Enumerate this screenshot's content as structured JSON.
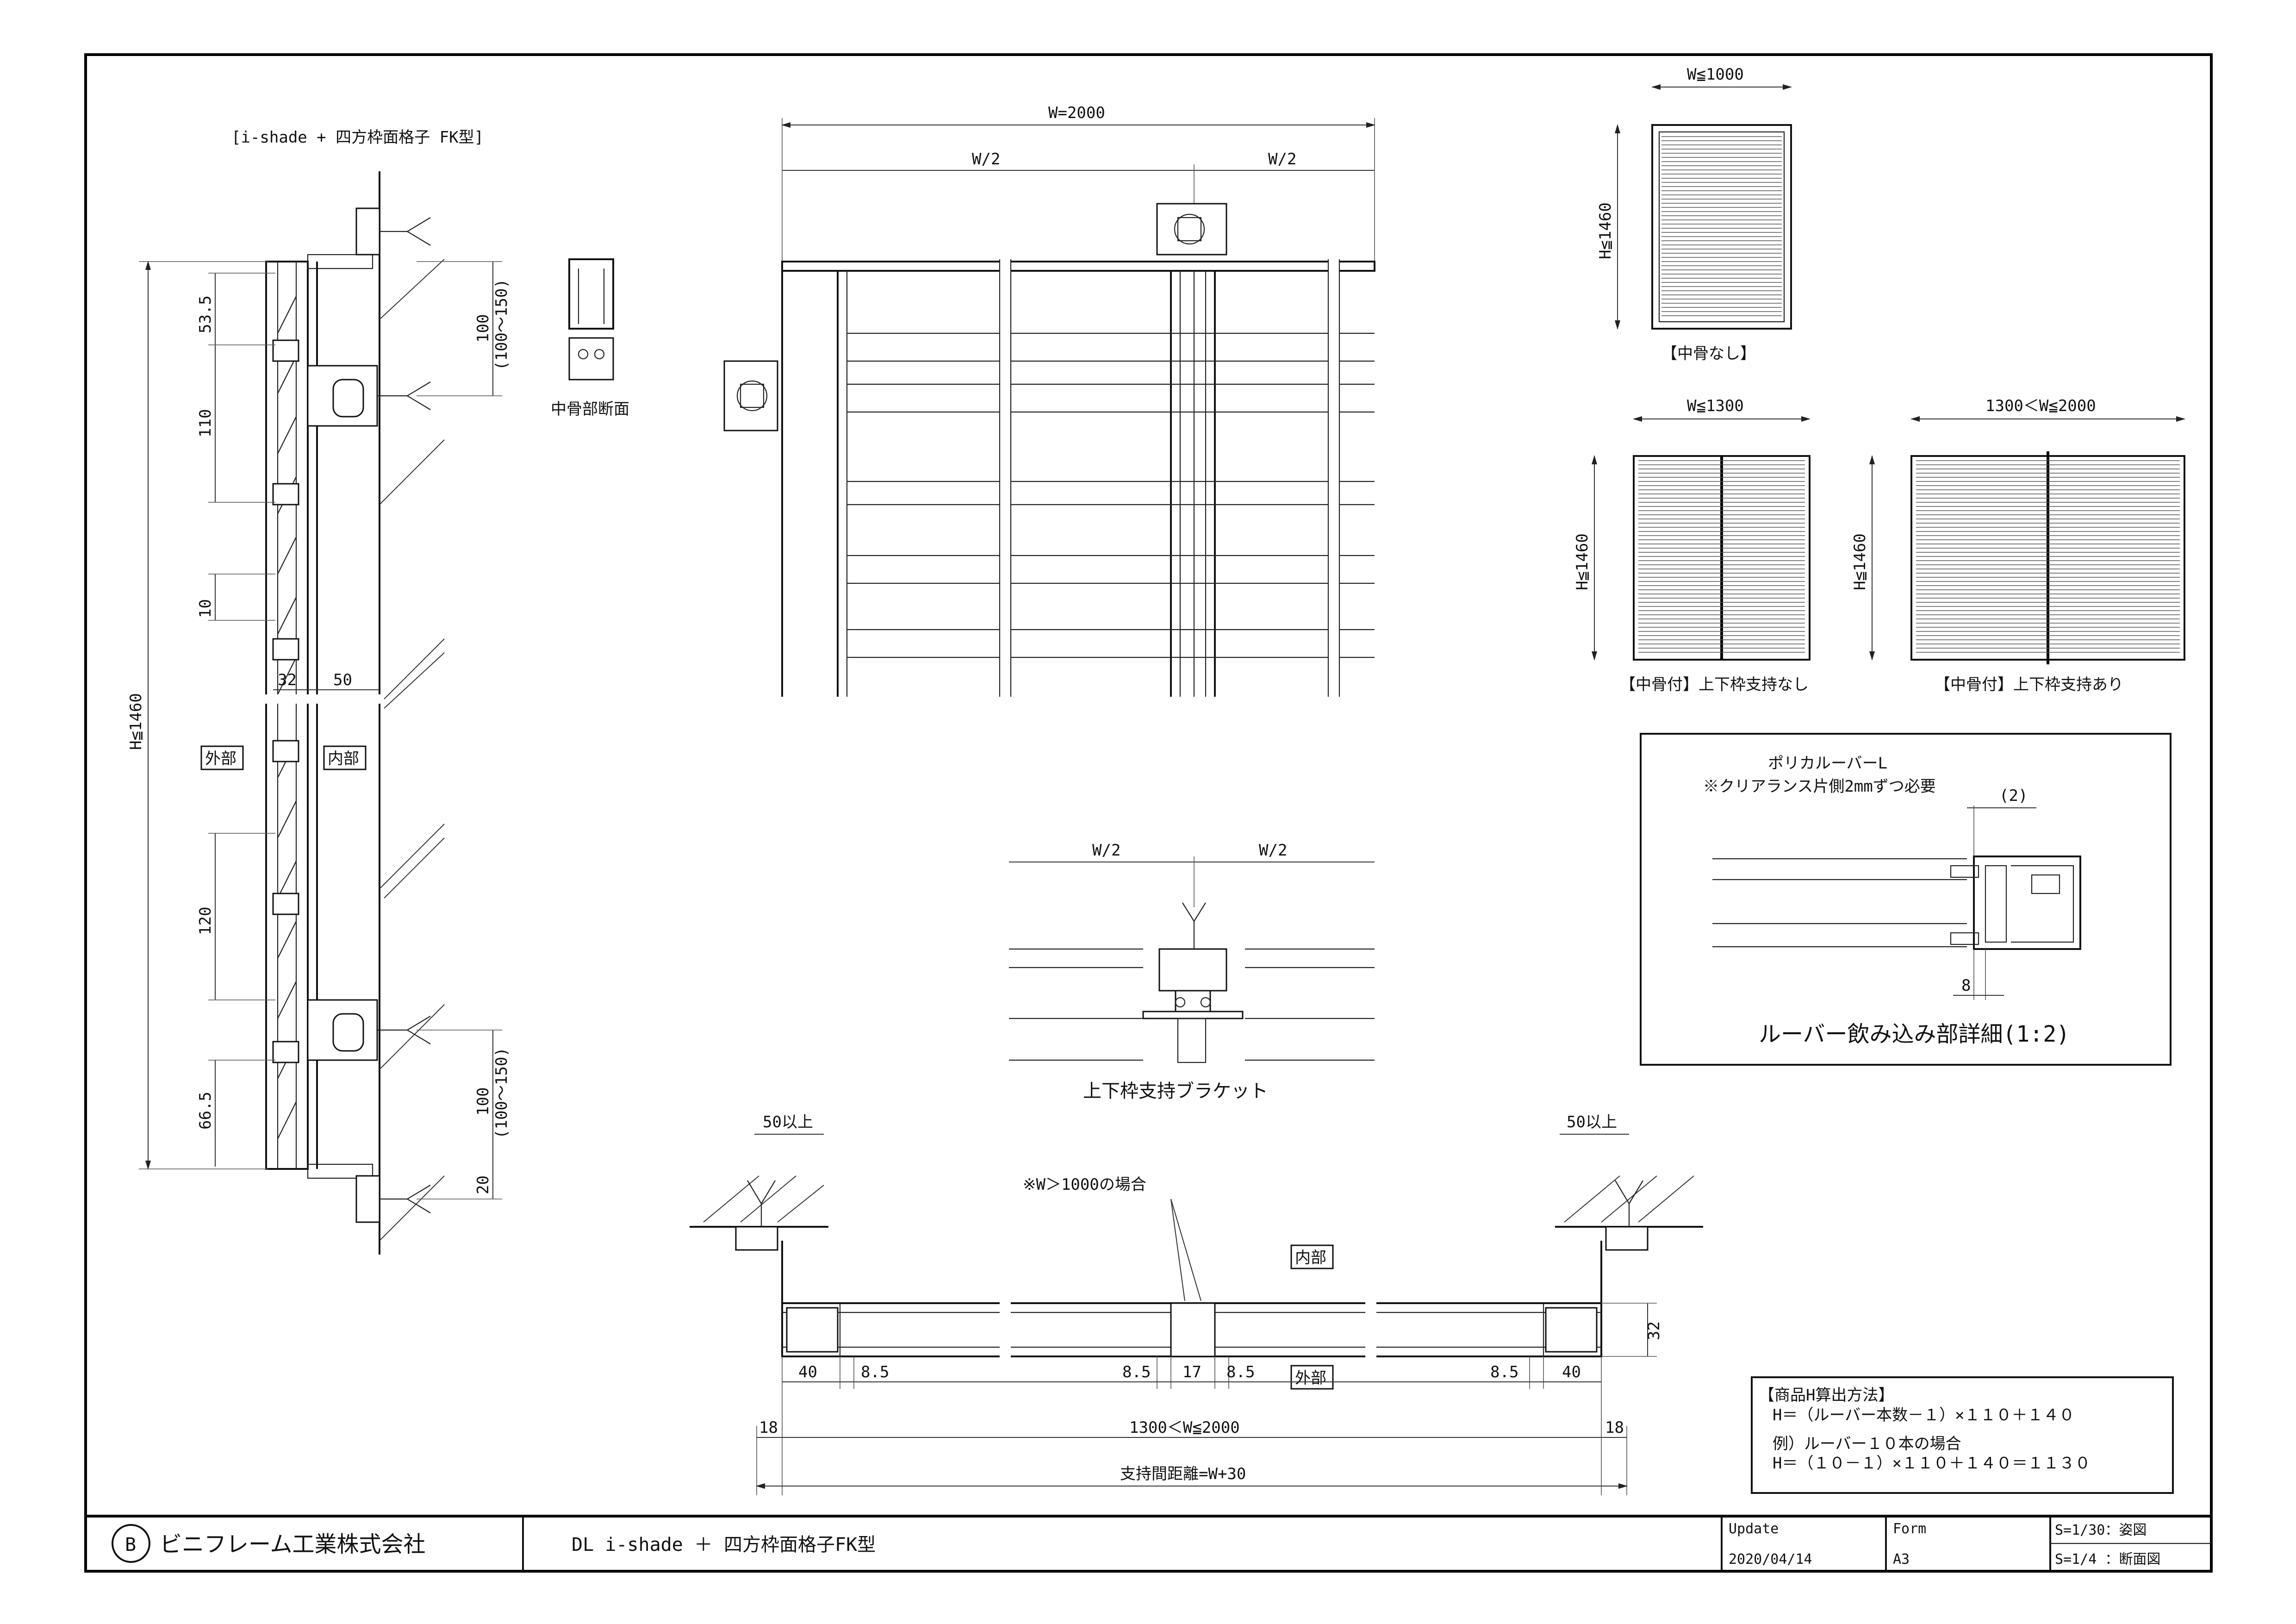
{
  "side_section": {
    "title": "[i-shade + 四方枠面格子 FK型]",
    "overall_height": "H≦1460",
    "dims": [
      "53.5",
      "110",
      "10",
      "120",
      "66.5",
      "32",
      "50",
      "20"
    ],
    "bracket_dim_top": [
      "100",
      "(100～150)"
    ],
    "bracket_dim_bottom": [
      "100",
      "(100～150)"
    ],
    "tag_outside": "外部",
    "tag_inside": "内部"
  },
  "mullion_section": {
    "caption": "中骨部断面"
  },
  "elevation": {
    "total_width": "W=2000",
    "half_left": "W/2",
    "half_right": "W/2"
  },
  "bracket_detail": {
    "half_left": "W/2",
    "half_right": "W/2",
    "caption": "上下枠支持ブラケット"
  },
  "panel_types": [
    {
      "width": "W≦1000",
      "height": "H≦1460",
      "caption": "【中骨なし】"
    },
    {
      "width": "W≦1300",
      "height": "H≦1460",
      "caption": "【中骨付】上下枠支持なし"
    },
    {
      "width": "1300＜W≦2000",
      "height": "H≦1460",
      "caption": "【中骨付】上下枠支持あり"
    }
  ],
  "louver_detail": {
    "label": "ポリカルーバーL",
    "note": "※クリアランス片側2mmずつ必要",
    "clearance": "(2)",
    "depth": "8",
    "caption": "ルーバー飲み込み部詳細(1:2)"
  },
  "plan_section": {
    "min_left": "50以上",
    "min_right": "50以上",
    "note": "※W＞1000の場合",
    "tag_inside": "内部",
    "tag_outside": "外部",
    "depth": "32",
    "dims_row": [
      "40",
      "8.5",
      "8.5",
      "17",
      "8.5",
      "8.5",
      "40"
    ],
    "edge_left": "18",
    "edge_right": "18",
    "width_range": "1300＜W≦2000",
    "support_distance": "支持間距離=W+30"
  },
  "formula": {
    "title": "【商品H算出方法】",
    "line1": "H＝（ルーバー本数－１）×１１０＋１４０",
    "line2": "例）ルーバー１０本の場合",
    "line3": "H＝（１０－１）×１１０＋１４０＝１１３０"
  },
  "title_block": {
    "company": "ビニフレーム工業株式会社",
    "logo_mark": "B",
    "drawing_title": "DL i-shade ＋ 四方枠面格子FK型",
    "update_label": "Update",
    "update_value": "2020/04/14",
    "form_label": "Form",
    "form_value": "A3",
    "scale1": "S=1/30：姿図",
    "scale2": "S=1/4 ：断面図"
  }
}
